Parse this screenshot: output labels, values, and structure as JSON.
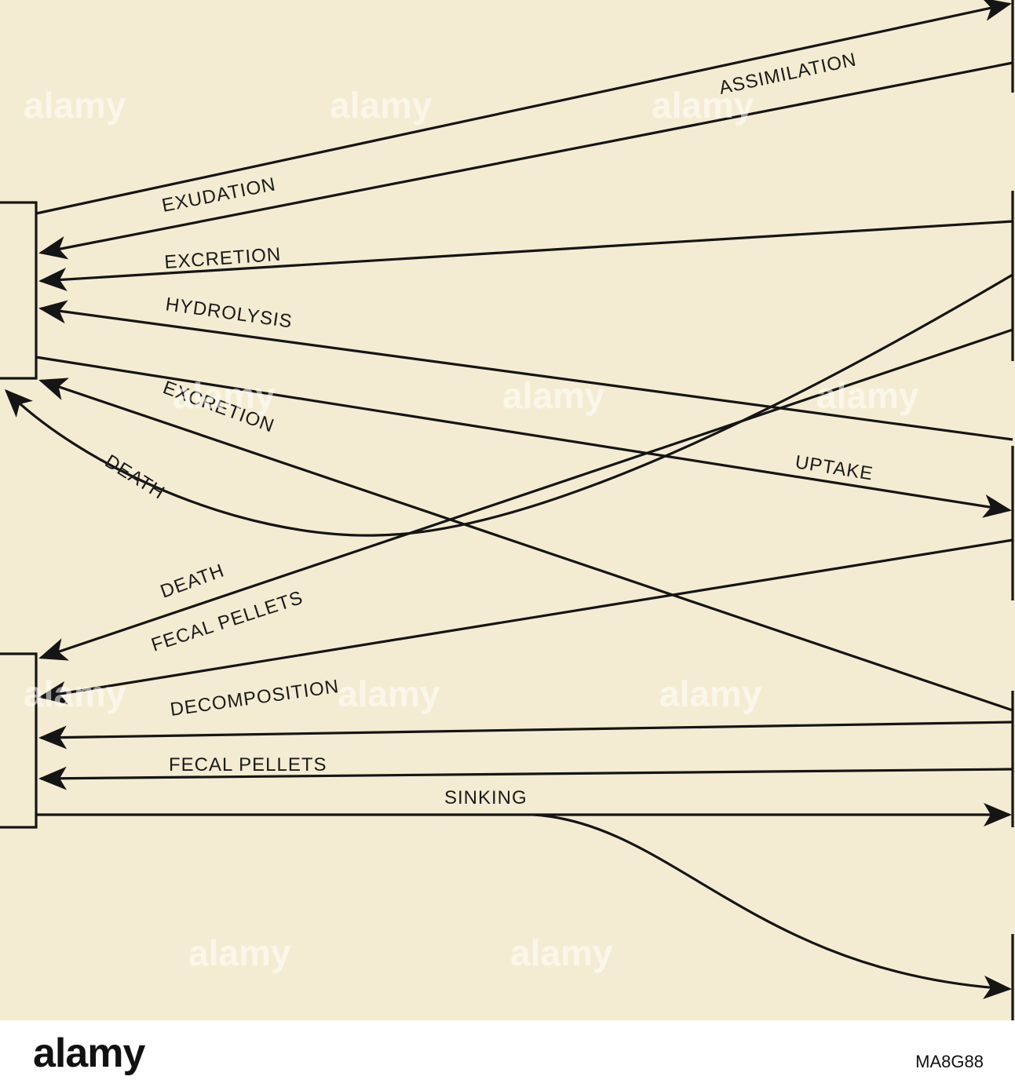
{
  "labels": {
    "assimilation": "ASSIMILATION",
    "exudation": "EXUDATION",
    "excretion_top": "EXCRETION",
    "hydrolysis": "HYDROLYSIS",
    "excretion_mid": "EXCRETION",
    "uptake": "UPTAKE",
    "death_upper": "DEATH",
    "death_lower": "DEATH",
    "fecal_pellets_diag": "FECAL PELLETS",
    "decomposition": "DECOMPOSITION",
    "fecal_pellets_horiz": "FECAL PELLETS",
    "sinking": "SINKING"
  },
  "watermark": {
    "brand": "alamy",
    "stock_id": "MA8G88"
  },
  "colors": {
    "paper": "#f4ecd2",
    "ink": "#151515"
  }
}
